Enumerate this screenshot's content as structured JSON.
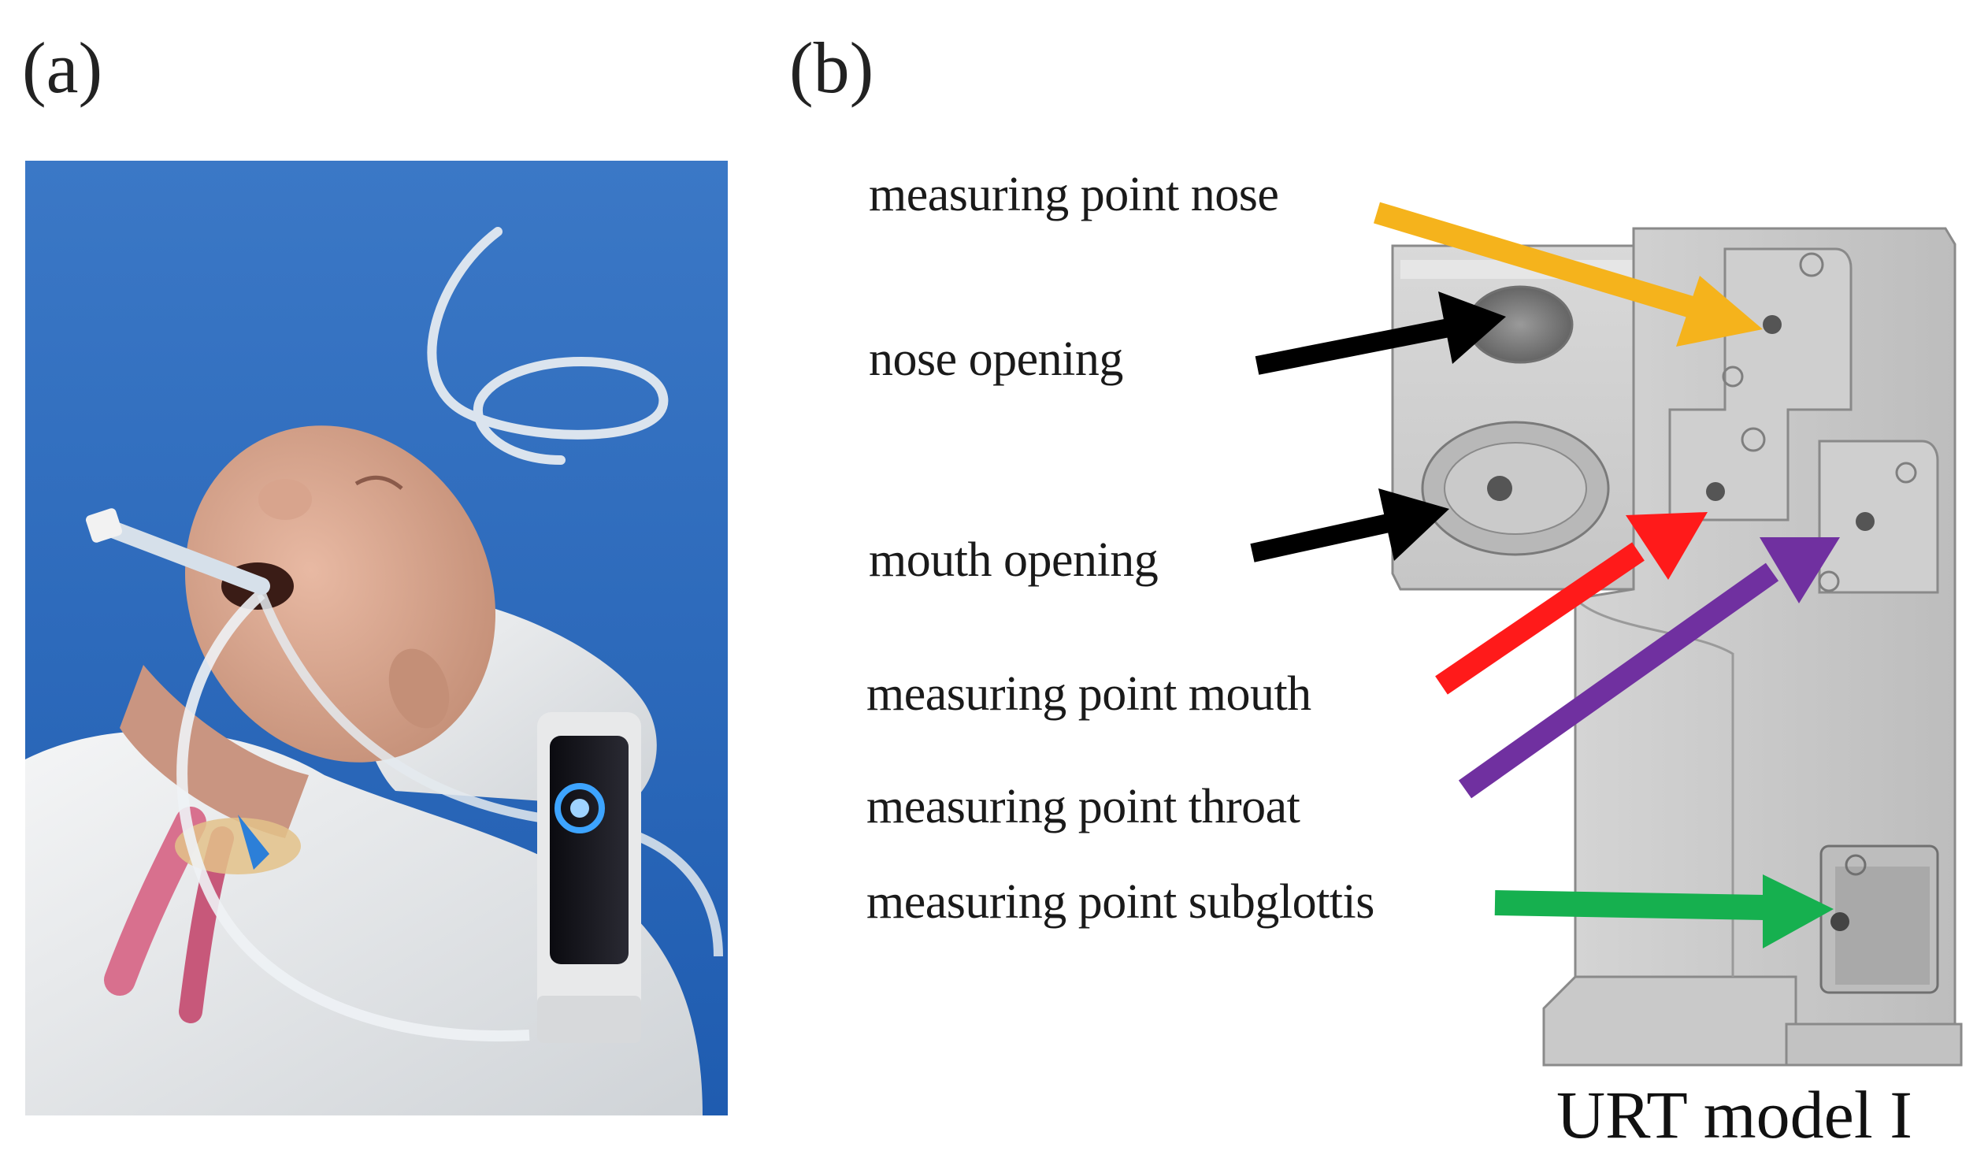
{
  "panels": {
    "a_label": "(a)",
    "b_label": "(b)"
  },
  "callouts": {
    "measuring_point_nose": "measuring point nose",
    "nose_opening": "nose opening",
    "mouth_opening": "mouth opening",
    "measuring_point_mouth": "measuring point mouth",
    "measuring_point_throat": "measuring point throat",
    "measuring_point_subglottis": "measuring point subglottis"
  },
  "model_title": "URT model I",
  "arrow_colors": {
    "nose_point": "#f5b31c",
    "nose_opening": "#000000",
    "mouth_opening": "#000000",
    "mouth_point": "#ff1a1a",
    "throat_point": "#7030a0",
    "subglottis_point": "#16b04f"
  },
  "photo_colors": {
    "background": "#3a74c0",
    "manikin_skin": "#d9a48c",
    "sheet": "#eceeef"
  }
}
